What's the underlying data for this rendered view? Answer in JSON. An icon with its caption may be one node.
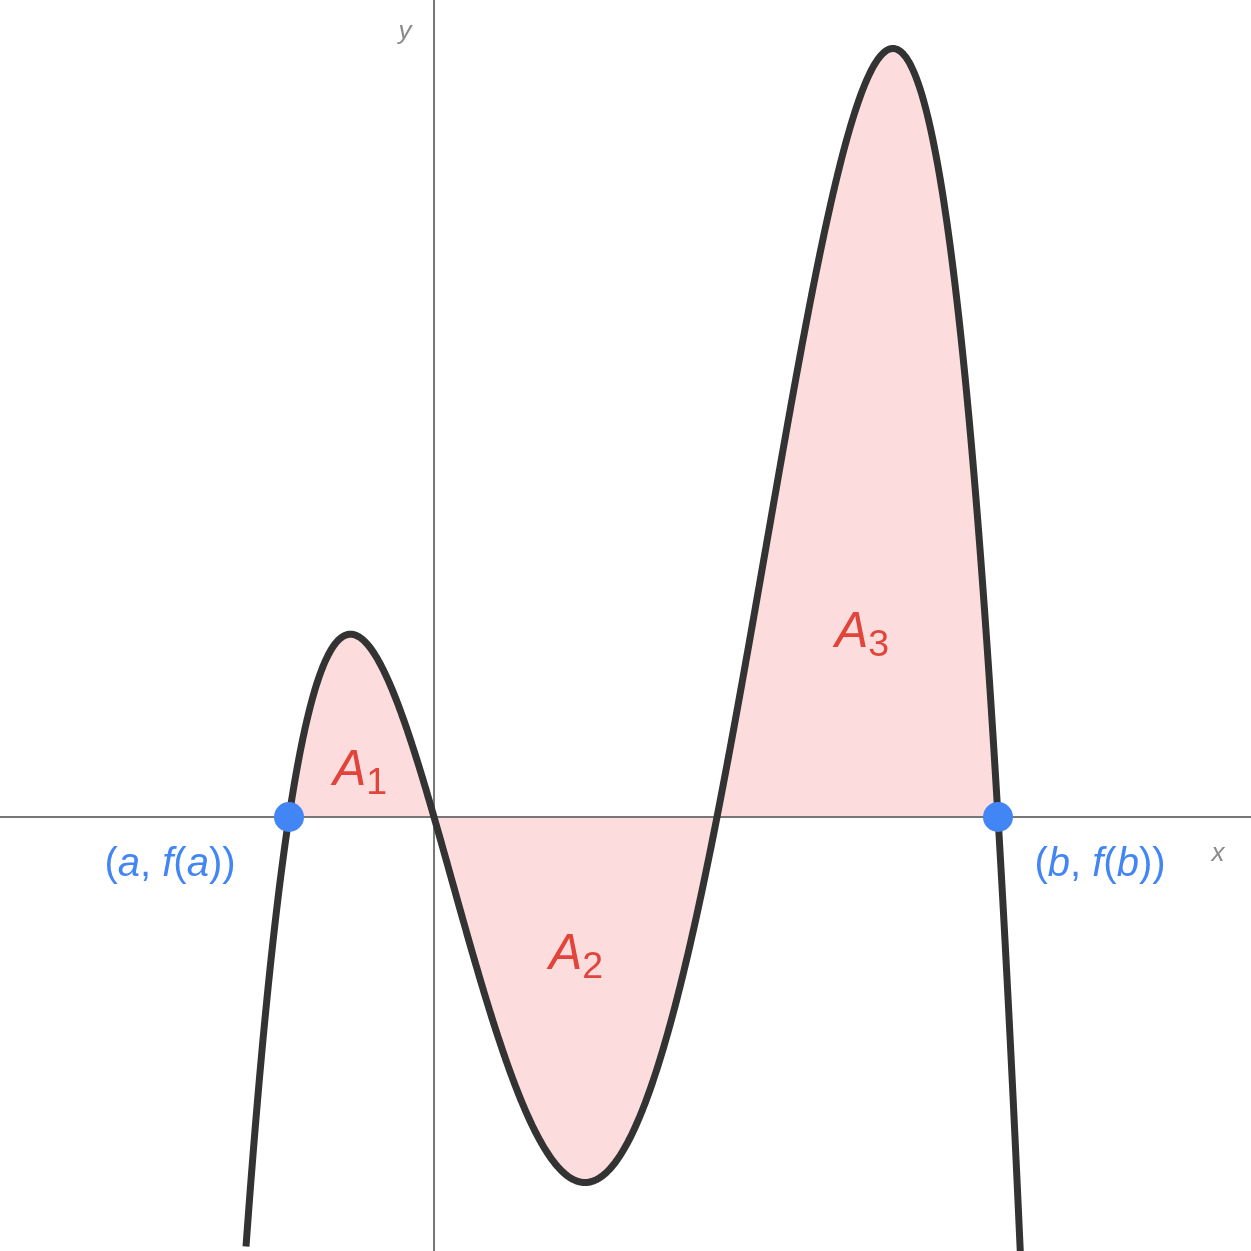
{
  "diagram": {
    "labels": [
      "*y*",
      "*A*$_{3}$",
      "*A*$_{1}$",
      "(*a*, *f*(*a*))",
      "(*b*, *f*(*b*))",
      "*x*",
      "*A*$_{2}$"
    ]
  }
}
